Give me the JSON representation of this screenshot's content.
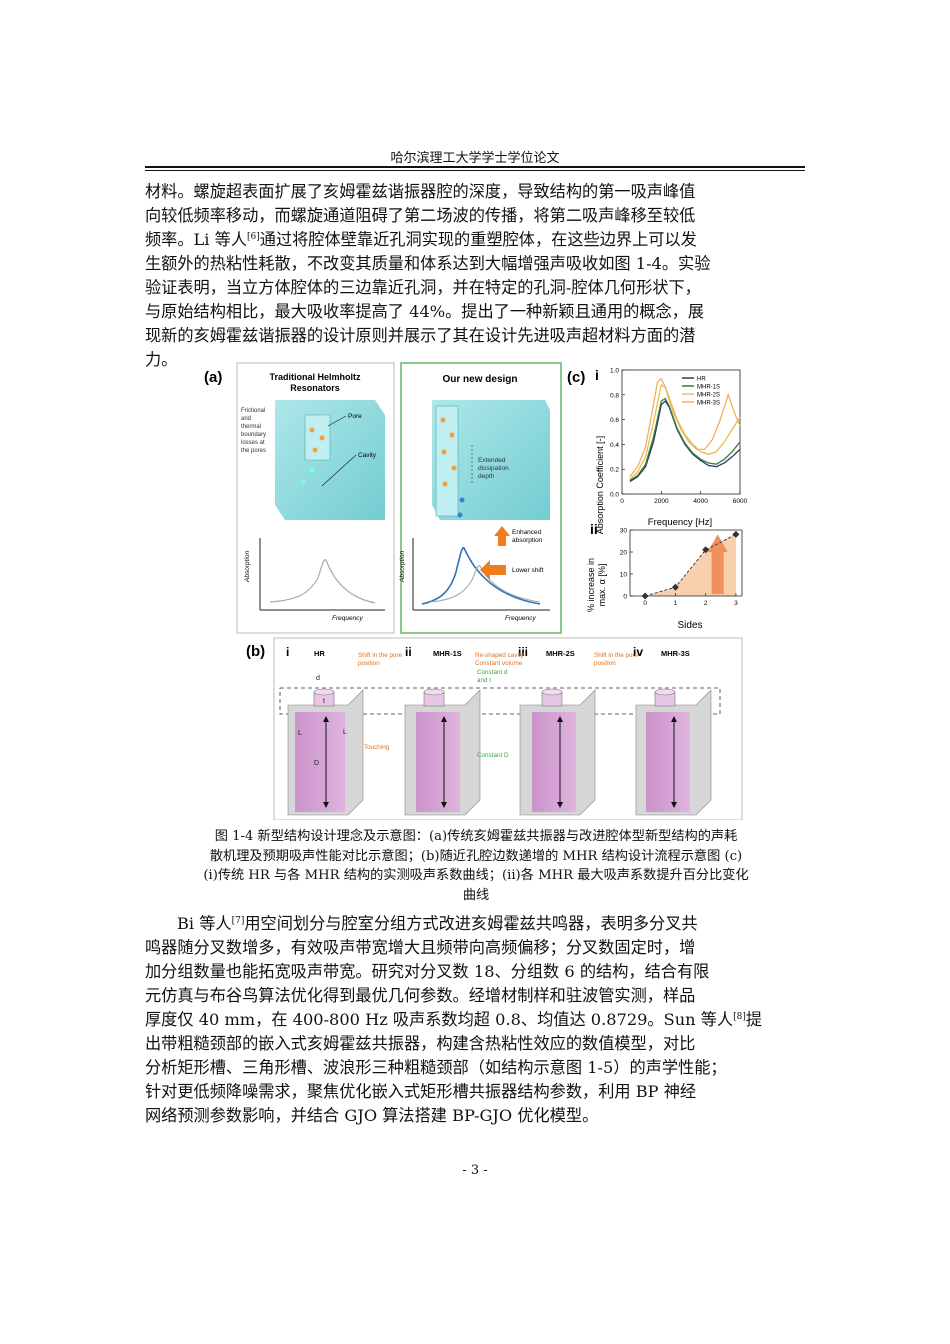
{
  "header": {
    "title": "哈尔滨理工大学学士学位论文"
  },
  "paragraph1": {
    "lines": [
      "材料。螺旋超表面扩展了亥姆霍兹谐振器腔的深度，导致结构的第一吸声峰值",
      "向较低频率移动，而螺旋通道阻碍了第二场波的传播，将第二吸声峰移至较低",
      "频率。Li 等人",
      "通过将腔体壁靠近孔洞实现的重塑腔体，在这些边界上可以发",
      "生额外的热粘性耗散，不改变其质量和体系达到大幅增强声吸收如图 1-4。实验",
      "验证表明，当立方体腔体的三边靠近孔洞，并在特定的孔洞-腔体几何形状下，",
      "与原始结构相比，最大吸收率提高了 44%。提出了一种新颖且通用的概念，展",
      "现新的亥姆霍兹谐振器的设计原则并展示了其在设计先进吸声超材料方面的潜",
      "力。"
    ],
    "ref6": "[6]"
  },
  "figure": {
    "panel_a_label": "(a)",
    "panel_b_label": "(b)",
    "panel_c_label": "(c)",
    "traditional_title": "Traditional Helmholtz",
    "traditional_title2": "Resonators",
    "new_design_title": "Our new design",
    "frictional": [
      "Frictional",
      "and",
      "thermal",
      "boundary",
      "losses at",
      "the pores"
    ],
    "pore": "Pore",
    "cavity": "Cavity",
    "extended": [
      "Extended",
      "dissipation",
      "depth"
    ],
    "enhanced": [
      "Enhanced",
      "absorption"
    ],
    "lower_shift": "Lower shift",
    "absorption_axis": "Absorption",
    "frequency_axis": "Frequency",
    "c_i": "i",
    "c_ii": "ii",
    "c_ylabel_i": "Absorption Coefficient [-]",
    "c_xlabel_i": "Frequency [Hz]",
    "c_ylabel_ii": "% increase in",
    "c_ylabel_ii2": "max. α [%]",
    "c_xlabel_ii": "Sides",
    "legend": [
      "HR",
      "MHR-1S",
      "MHR-2S",
      "MHR-3S"
    ],
    "b_headers": [
      {
        "num": "i",
        "name": "HR"
      },
      {
        "num": "ii",
        "name": "MHR-1S"
      },
      {
        "num": "iii",
        "name": "MHR-2S"
      },
      {
        "num": "iv",
        "name": "MHR-3S"
      }
    ],
    "b_notes": {
      "shift1": [
        "Shift in the pore",
        "position"
      ],
      "reshaped": [
        "Re-shaped cavity",
        "Constant volume"
      ],
      "shift2": [
        "Shift in the pore",
        "position"
      ],
      "constant_dt": [
        "Constant d",
        "and t"
      ],
      "touching": "Touching",
      "constant_D": "Constant D",
      "d": "d",
      "t": "t",
      "L1": "L",
      "L2": "L",
      "D": "D"
    }
  },
  "chart_data": [
    {
      "type": "line",
      "title": "",
      "xlabel": "Frequency [Hz]",
      "ylabel": "Absorption Coefficient [-]",
      "xlim": [
        0,
        6000
      ],
      "ylim": [
        0,
        1.0
      ],
      "x_ticks": [
        0,
        2000,
        4000,
        6000
      ],
      "y_ticks": [
        0.0,
        0.2,
        0.4,
        0.6,
        0.8,
        1.0
      ],
      "series": [
        {
          "name": "HR",
          "color": "#2b3a67",
          "x": [
            400,
            800,
            1200,
            1600,
            2000,
            2200,
            2400,
            2800,
            3200,
            3600,
            4000,
            4400,
            4800,
            5200,
            5600,
            6000
          ],
          "y": [
            0.1,
            0.14,
            0.22,
            0.42,
            0.72,
            0.75,
            0.7,
            0.52,
            0.4,
            0.32,
            0.27,
            0.23,
            0.22,
            0.25,
            0.3,
            0.36
          ]
        },
        {
          "name": "MHR-1S",
          "color": "#3b7a3b",
          "x": [
            400,
            800,
            1200,
            1600,
            2000,
            2200,
            2400,
            2800,
            3200,
            3600,
            4000,
            4400,
            4800,
            5200,
            5600,
            6000
          ],
          "y": [
            0.11,
            0.15,
            0.24,
            0.46,
            0.75,
            0.77,
            0.71,
            0.53,
            0.41,
            0.33,
            0.28,
            0.25,
            0.24,
            0.28,
            0.34,
            0.42
          ]
        },
        {
          "name": "MHR-2S",
          "color": "#e8c14a",
          "x": [
            400,
            800,
            1200,
            1600,
            2000,
            2200,
            2400,
            2800,
            3200,
            3600,
            4000,
            4400,
            4800,
            5200,
            5600,
            6000
          ],
          "y": [
            0.12,
            0.18,
            0.3,
            0.58,
            0.88,
            0.86,
            0.78,
            0.6,
            0.48,
            0.4,
            0.34,
            0.32,
            0.34,
            0.42,
            0.52,
            0.62
          ]
        },
        {
          "name": "MHR-3S",
          "color": "#f0b060",
          "x": [
            400,
            800,
            1200,
            1600,
            1800,
            2000,
            2200,
            2600,
            3000,
            3400,
            3800,
            4200,
            4600,
            5000,
            5400,
            5800,
            6000
          ],
          "y": [
            0.14,
            0.22,
            0.38,
            0.72,
            0.9,
            0.93,
            0.86,
            0.66,
            0.52,
            0.42,
            0.36,
            0.36,
            0.44,
            0.6,
            0.8,
            0.62,
            0.55
          ]
        }
      ]
    },
    {
      "type": "line",
      "title": "",
      "xlabel": "Sides",
      "ylabel": "% increase in max. α [%]",
      "xlim": [
        0,
        3
      ],
      "ylim": [
        0,
        30
      ],
      "x_ticks": [
        0,
        1,
        2,
        3
      ],
      "y_ticks": [
        0,
        10,
        20,
        30
      ],
      "x": [
        0,
        1,
        2,
        3
      ],
      "values": [
        0,
        4,
        21,
        28
      ]
    }
  ],
  "caption": {
    "lines": [
      "图 1-4 新型结构设计理念及示意图：(a)传统亥姆霍兹共振器与改进腔体型新型结构的声耗",
      "散机理及预期吸声性能对比示意图；(b)随近孔腔边数递增的 MHR 结构设计流程示意图  (c)",
      "(i)传统 HR 与各 MHR 结构的实测吸声系数曲线；(ii)各 MHR 最大吸声系数提升百分比变化",
      "曲线"
    ]
  },
  "paragraph2": {
    "l1a": "Bi 等人",
    "ref7": "[7]",
    "l1b": "用空间划分与腔室分组方式改进亥姆霍兹共鸣器，表明多分叉共",
    "l2": "鸣器随分叉数增多，有效吸声带宽增大且频带向高频偏移；分叉数固定时，增",
    "l3": "加分组数量也能拓宽吸声带宽。研究对分叉数 18、分组数 6 的结构，结合有限",
    "l4": "元仿真与布谷鸟算法优化得到最优几何参数。经增材制样和驻波管实测，样品",
    "l5": "厚度仅 40  mm，在 400-800  Hz 吸声系数均超 0.8、均值达 0.8729。Sun 等人",
    "ref8": "[8]",
    "l5b": "提",
    "l6": "出带粗糙颈部的嵌入式亥姆霍兹共振器，构建含热粘性效应的数值模型，对比",
    "l7": "分析矩形槽、三角形槽、波浪形三种粗糙颈部（如结构示意图 1-5）的声学性能；",
    "l8": "针对更低频降噪需求，聚焦优化嵌入式矩形槽共振器结构参数，利用 BP 神经",
    "l9": "网络预测参数影响，并结合 GJO 算法搭建 BP-GJO 优化模型。"
  },
  "page_number": "- 3 -"
}
